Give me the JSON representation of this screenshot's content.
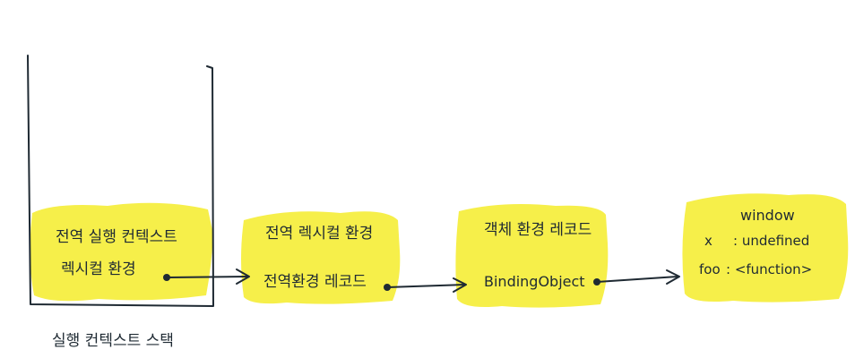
{
  "colors": {
    "ink": "#1f2a33",
    "highlight": "#f5ec2a"
  },
  "stack": {
    "caption": "실행 컨텍스트 스택",
    "context_title": "전역 실행 컨텍스트",
    "lexical_env": "렉시컬 환경"
  },
  "global_lexical_env": {
    "title": "전역 렉시컬 환경",
    "env_record": "전역환경 레코드"
  },
  "object_env_record": {
    "title": "객체 환경 레코드",
    "binding": "BindingObject"
  },
  "window_object": {
    "title": "window",
    "props": [
      {
        "key": "x",
        "value": ": undefined"
      },
      {
        "key": "foo",
        "value": ": <function>"
      }
    ]
  }
}
